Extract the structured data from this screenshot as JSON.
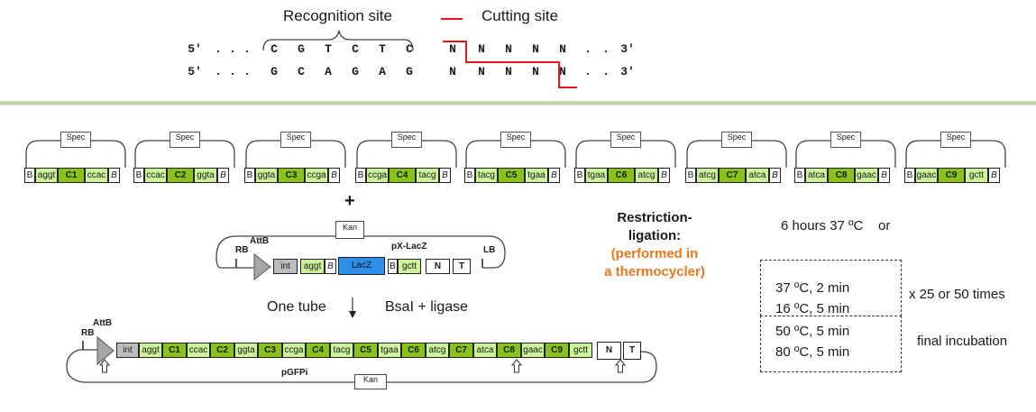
{
  "header": {
    "recognition_label": "Recognition site",
    "cutting_label": "Cutting site",
    "cutting_color": "#e8141b",
    "top_strand": [
      "5'",
      ".",
      ".",
      ".",
      "C",
      "G",
      "T",
      "C",
      "T",
      "C",
      "N",
      "N",
      "N",
      "N",
      "N",
      ".",
      ".",
      "3'"
    ],
    "bottom_strand": [
      "5'",
      ".",
      ".",
      ".",
      "G",
      "C",
      "A",
      "G",
      "A",
      "G",
      "N",
      "N",
      "N",
      "N",
      "N",
      ".",
      ".",
      "3'"
    ]
  },
  "modules": [
    {
      "spec": "Spec",
      "b1": "B",
      "oh_left": "aggt",
      "core": "C1",
      "oh_right": "ccac",
      "b2": "B"
    },
    {
      "spec": "Spec",
      "b1": "B",
      "oh_left": "ccac",
      "core": "C2",
      "oh_right": "ggta",
      "b2": "B"
    },
    {
      "spec": "Spec",
      "b1": "B",
      "oh_left": "ggta",
      "core": "C3",
      "oh_right": "ccga",
      "b2": "B"
    },
    {
      "spec": "Spec",
      "b1": "B",
      "oh_left": "ccga",
      "core": "C4",
      "oh_right": "tacg",
      "b2": "B"
    },
    {
      "spec": "Spec",
      "b1": "B",
      "oh_left": "tacg",
      "core": "C5",
      "oh_right": "tgaa",
      "b2": "B"
    },
    {
      "spec": "Spec",
      "b1": "B",
      "oh_left": "tgaa",
      "core": "C6",
      "oh_right": "atcg",
      "b2": "B"
    },
    {
      "spec": "Spec",
      "b1": "B",
      "oh_left": "atcg",
      "core": "C7",
      "oh_right": "atca",
      "b2": "B"
    },
    {
      "spec": "Spec",
      "b1": "B",
      "oh_left": "atca",
      "core": "C8",
      "oh_right": "gaac",
      "b2": "B"
    },
    {
      "spec": "Spec",
      "b1": "B",
      "oh_left": "gaac",
      "core": "C9",
      "oh_right": "gctt",
      "b2": "B"
    }
  ],
  "plus": "+",
  "acceptor": {
    "name": "pX-LacZ",
    "marker": "Kan",
    "rb": "RB",
    "attb": "AttB",
    "lb": "LB",
    "parts": [
      "int",
      "aggt",
      "B",
      "LacZ",
      "B",
      "gctt",
      "N",
      "T"
    ]
  },
  "step": {
    "one_tube": "One tube",
    "enzymes": "BsaI + ligase"
  },
  "product": {
    "name": "pGFPi",
    "marker": "Kan",
    "rb": "RB",
    "attb": "AttB",
    "parts": [
      "int",
      "aggt",
      "C1",
      "ccac",
      "C2",
      "ggta",
      "C3",
      "ccga",
      "C4",
      "tacg",
      "C5",
      "tgaa",
      "C6",
      "atcg",
      "C7",
      "atca",
      "C8",
      "gaac",
      "C9",
      "gctt",
      "N",
      "T"
    ]
  },
  "protocol": {
    "title_line1": "Restriction-",
    "title_line2": "ligation:",
    "note_line1": "(performed in",
    "note_line2": "a thermocycler)",
    "note_color": "#e87722",
    "option1": "6 hours 37 ºC    or",
    "cycle_steps": [
      "37 ºC, 2 min",
      "16 ºC, 5 min"
    ],
    "cycle_repeat": "x 25 or 50 times",
    "final_steps": [
      "50 ºC, 5 min",
      "80 ºC, 5 min"
    ],
    "final_label": "final incubation"
  }
}
